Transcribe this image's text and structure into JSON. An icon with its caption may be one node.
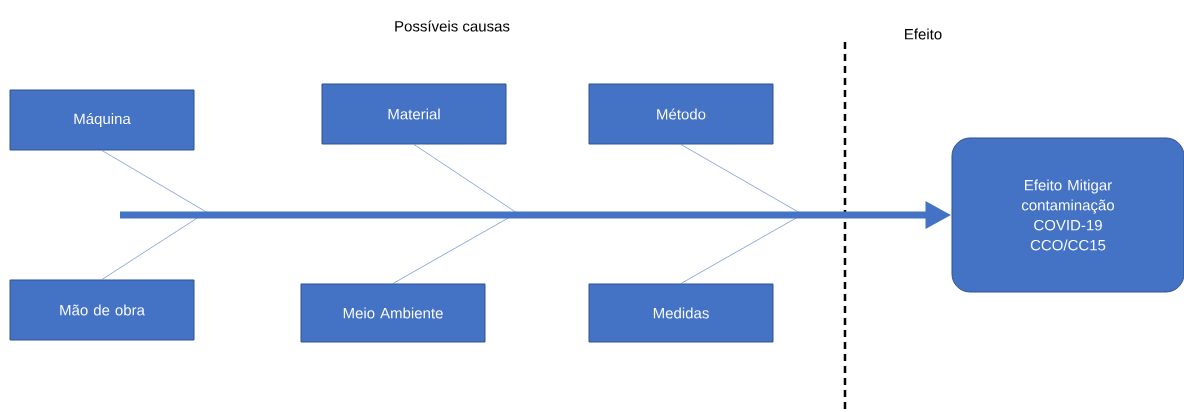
{
  "diagram": {
    "title": "Possíveis causas",
    "nodes": [
      {
        "text": [
          "Máquina"
        ]
      },
      {
        "text": [
          "Material"
        ]
      },
      {
        "text": [
          "Método"
        ]
      },
      {
        "text": [
          "Mão de obra"
        ]
      },
      {
        "text": [
          "Meio Ambiente"
        ]
      },
      {
        "text": [
          "Medidas"
        ]
      },
      {
        "text": [
          "Efeito Mitigar contaminação COVID-19 CCO/CC15"
        ]
      }
    ],
    "edges": [
      {
        "from": 0,
        "to": null,
        "arrow": "none"
      },
      {
        "from": 3,
        "to": null,
        "arrow": "none"
      },
      {
        "from": 1,
        "to": null,
        "arrow": "none"
      },
      {
        "from": 4,
        "to": null,
        "arrow": "none"
      },
      {
        "from": 2,
        "to": null,
        "arrow": "none"
      },
      {
        "from": 5,
        "to": null,
        "arrow": "none"
      },
      {
        "from": null,
        "to": 6,
        "arrow": "to",
        "style": "thick"
      }
    ],
    "labels": [
      "Efeito"
    ]
  }
}
